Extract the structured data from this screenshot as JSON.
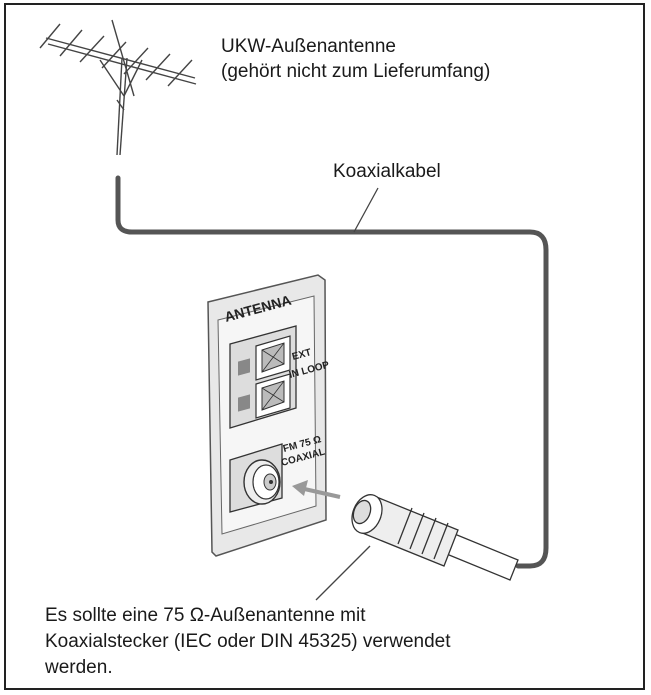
{
  "antenna_caption": {
    "line1": "UKW-Außenantenne",
    "line2": "(gehört nicht zum Lieferumfang)"
  },
  "cable_label": "Koaxialkabel",
  "panel": {
    "title": "ANTENNA",
    "ext_label": "EXT",
    "loop_label": "IN LOOP",
    "fm_label": "FM 75 Ω",
    "coaxial_label": "COAXIAL"
  },
  "note": {
    "line1": "Es sollte eine 75 Ω-Außenantenne mit",
    "line2": "Koaxialstecker (IEC oder DIN 45325) verwendet",
    "line3": "werden."
  }
}
